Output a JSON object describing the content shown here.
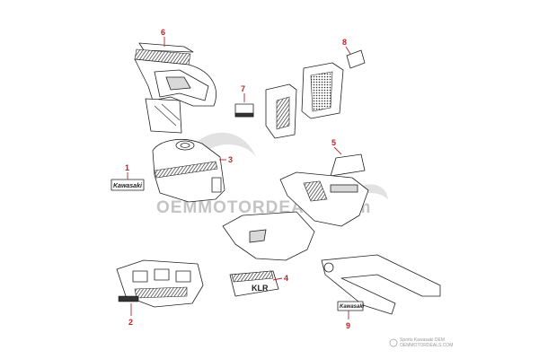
{
  "watermark": {
    "text": "OEMMOTORDEALS.com",
    "corner_line1": "Sports Kawasaki OEM",
    "corner_line2": "OEMMOTORDEALS.COM"
  },
  "decal_texts": {
    "kawasaki_script": "Kawasaki",
    "kl_model": "KLR",
    "kawasaki_small": "Kawasaki"
  },
  "callouts": [
    {
      "id": "1",
      "label": "1"
    },
    {
      "id": "2",
      "label": "2"
    },
    {
      "id": "3",
      "label": "3"
    },
    {
      "id": "4",
      "label": "4"
    },
    {
      "id": "5",
      "label": "5"
    },
    {
      "id": "6",
      "label": "6"
    },
    {
      "id": "7",
      "label": "7"
    },
    {
      "id": "8",
      "label": "8"
    },
    {
      "id": "9",
      "label": "9"
    }
  ],
  "colors": {
    "callout": "#b3282d",
    "line": "#222222",
    "watermark": "#c4c4c4"
  }
}
